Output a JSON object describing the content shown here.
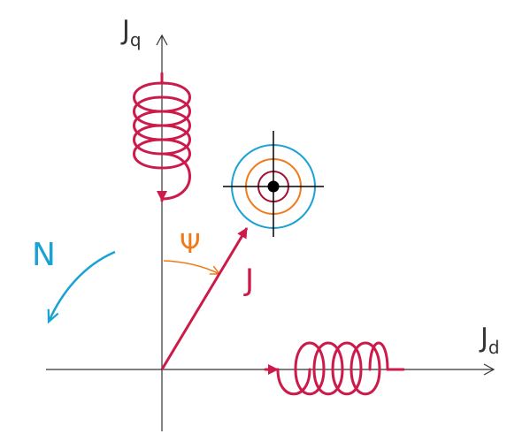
{
  "labels": {
    "axis_q_main": "J",
    "axis_q_sub": "q",
    "axis_d_main": "J",
    "axis_d_sub": "d",
    "rotation": "N",
    "angle": "Ψ",
    "vector": "J"
  },
  "colors": {
    "axis": "#333333",
    "coil": "#cc1a4a",
    "vector": "#cc1a4a",
    "rotation": "#1aa2d4",
    "angle": "#f07a1a",
    "ring_outer": "#1aa2d4",
    "ring_middle": "#f07a1a",
    "ring_inner": "#a01030",
    "crosshair": "#000000"
  }
}
